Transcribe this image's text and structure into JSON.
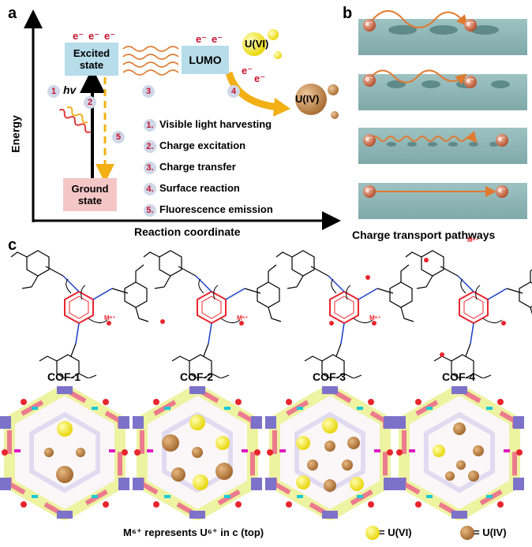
{
  "panel_a": {
    "letter": "a",
    "y_axis_label": "Energy",
    "x_axis_label": "Reaction coordinate",
    "excited_state": "Excited state",
    "ground_state": "Ground state",
    "lumo": "LUMO",
    "electron": "e⁻",
    "u6": "U(VI)",
    "u4": "U(IV)",
    "hv": "hv",
    "step_numbers": [
      "1",
      "2",
      "3",
      "4",
      "5"
    ],
    "legend": [
      {
        "num": "1.",
        "text": "Visible light harvesting"
      },
      {
        "num": "2.",
        "text": "Charge excitation"
      },
      {
        "num": "3.",
        "text": "Charge transfer"
      },
      {
        "num": "4.",
        "text": "Surface reaction"
      },
      {
        "num": "5.",
        "text": "Fluorescence emission"
      }
    ]
  },
  "panel_b": {
    "letter": "b",
    "caption": "Charge transport pathways",
    "electron": "e⁻"
  },
  "panel_c": {
    "letter": "c",
    "cofs": [
      "COF-1",
      "COF-2",
      "COF-3",
      "COF-4"
    ],
    "metal": "M⁶⁺",
    "footnote": "M⁶⁺ represents U⁶⁺ in c (top)",
    "legend_u6": "= U(VI)",
    "legend_u4": "= U(IV)"
  },
  "colors": {
    "teal_slab": "#7fa9a9",
    "orange_arrow": "#e07a2f",
    "u6_yellow": "#f2e21b",
    "u4_brown": "#b8783a",
    "linker_pink": "#ec7b8e",
    "linker_yellow": "#eef3a1",
    "node_blue": "#7d72c9",
    "red_chem": "#e8262e",
    "blue_chem": "#1a3ec9"
  }
}
